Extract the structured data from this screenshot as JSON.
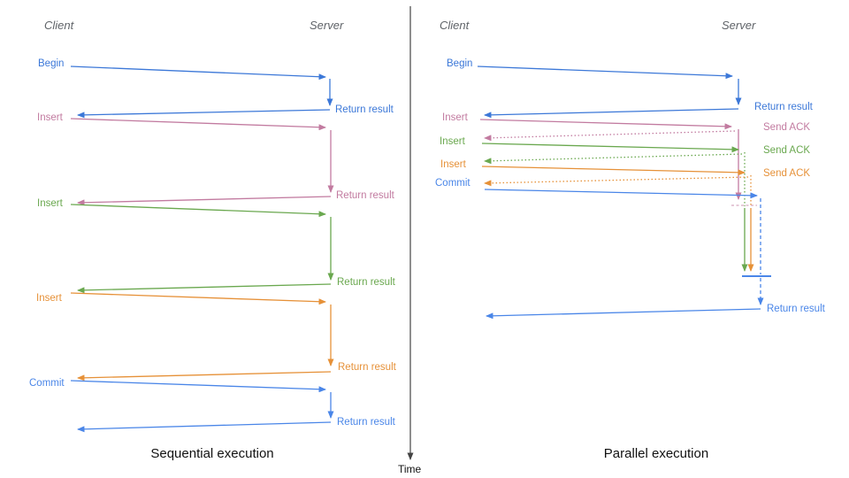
{
  "palette": {
    "blue": "#3c78d8",
    "bright_blue": "#4a86e8",
    "pink": "#c27ba0",
    "green": "#6aa84f",
    "orange": "#e69138",
    "header_gray": "#5f6368",
    "axis_gray": "#444444"
  },
  "time_axis": {
    "label": "Time"
  },
  "sequential": {
    "title": "Sequential execution",
    "client_header": "Client",
    "server_header": "Server",
    "steps": [
      {
        "request": "Begin",
        "response": "Return result",
        "color": "#3c78d8"
      },
      {
        "request": "Insert",
        "response": "Return result",
        "color": "#c27ba0"
      },
      {
        "request": "Insert",
        "response": "Return result",
        "color": "#6aa84f"
      },
      {
        "request": "Insert",
        "response": "Return result",
        "color": "#e69138"
      },
      {
        "request": "Commit",
        "response": "Return result",
        "color": "#4a86e8"
      }
    ]
  },
  "parallel": {
    "title": "Parallel execution",
    "client_header": "Client",
    "server_header": "Server",
    "steps": [
      {
        "request": "Begin",
        "response": "Return result",
        "color": "#3c78d8"
      },
      {
        "request": "Insert",
        "response": "Send ACK",
        "color": "#c27ba0"
      },
      {
        "request": "Insert",
        "response": "Send ACK",
        "color": "#6aa84f"
      },
      {
        "request": "Insert",
        "response": "Send ACK",
        "color": "#e69138"
      },
      {
        "request": "Commit",
        "response": "Return result",
        "color": "#4a86e8"
      }
    ]
  }
}
